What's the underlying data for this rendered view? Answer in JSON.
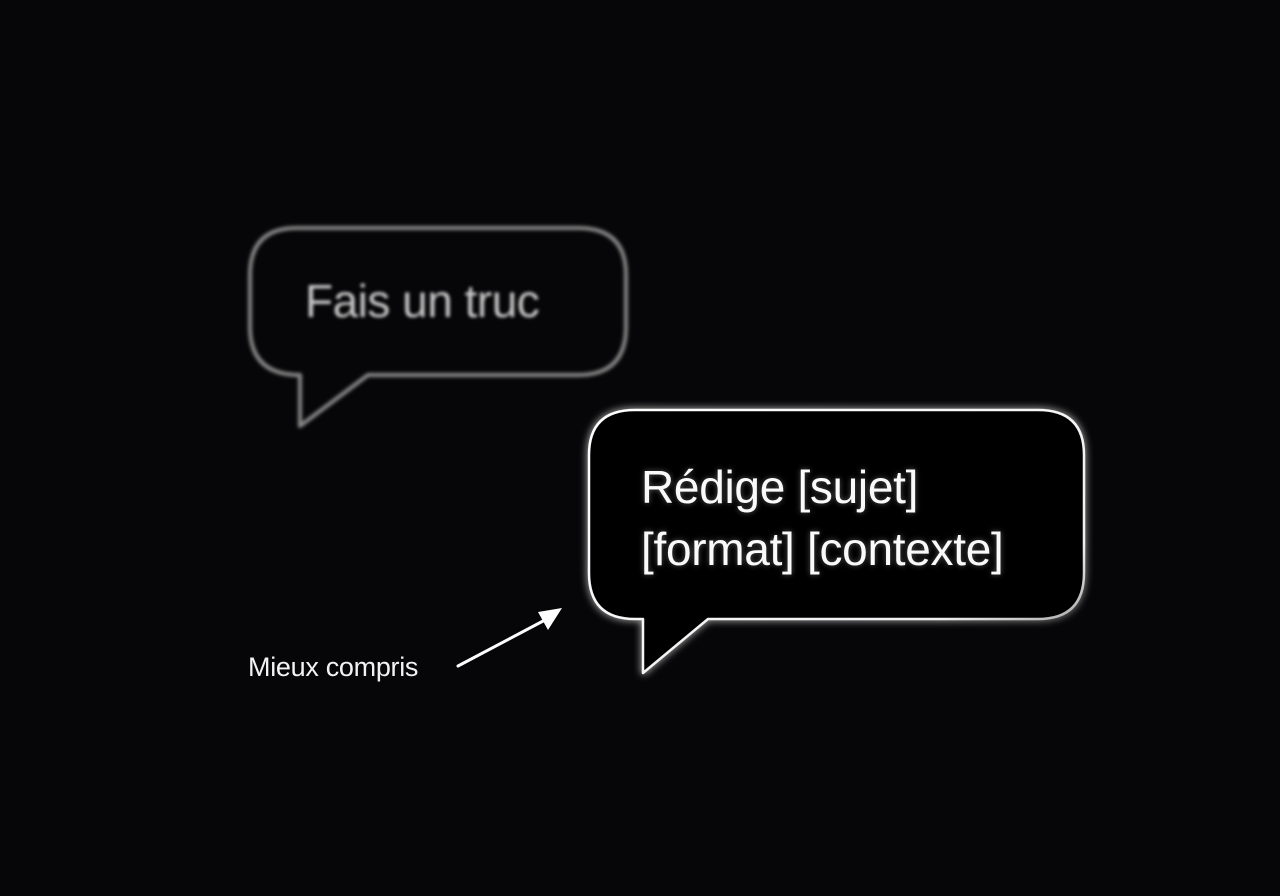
{
  "background": "#060608",
  "vague_bubble": {
    "text": "Fais un truc",
    "stroke": "#8a8a8a",
    "state": "blurred"
  },
  "precise_bubble": {
    "line1": "Rédige [sujet]",
    "line2": "[format] [contexte]",
    "stroke": "#ffffff"
  },
  "annotation": {
    "label": "Mieux compris",
    "icon": "arrow-up-right-icon"
  }
}
